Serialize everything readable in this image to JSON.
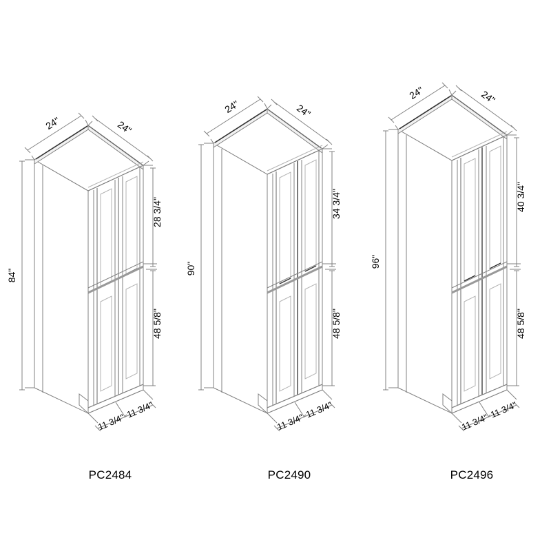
{
  "drawing": {
    "type": "isometric-dimensioned-cabinet-elevations",
    "background": "#ffffff",
    "line_color": "#808080",
    "dark_line_color": "#333333",
    "text_color": "#000000",
    "unit_symbol": "\""
  },
  "cabinets": [
    {
      "id": "pc2484",
      "label": "PC2484",
      "width_top_left": "24\"",
      "width_top_right": "24\"",
      "overall_height": "84\"",
      "upper_door_height": "28 3/4\"",
      "lower_door_height": "48 5/8\"",
      "door_width_left": "11 3/4\"",
      "door_width_right": "11 3/4\""
    },
    {
      "id": "pc2490",
      "label": "PC2490",
      "width_top_left": "24\"",
      "width_top_right": "24\"",
      "overall_height": "90\"",
      "upper_door_height": "34 3/4\"",
      "lower_door_height": "48 5/8\"",
      "door_width_left": "11 3/4\"",
      "door_width_right": "11 3/4\""
    },
    {
      "id": "pc2496",
      "label": "PC2496",
      "width_top_left": "24\"",
      "width_top_right": "24\"",
      "overall_height": "96\"",
      "upper_door_height": "40 3/4\"",
      "lower_door_height": "48 5/8\"",
      "door_width_left": "11 3/4\"",
      "door_width_right": "11 3/4\""
    }
  ]
}
